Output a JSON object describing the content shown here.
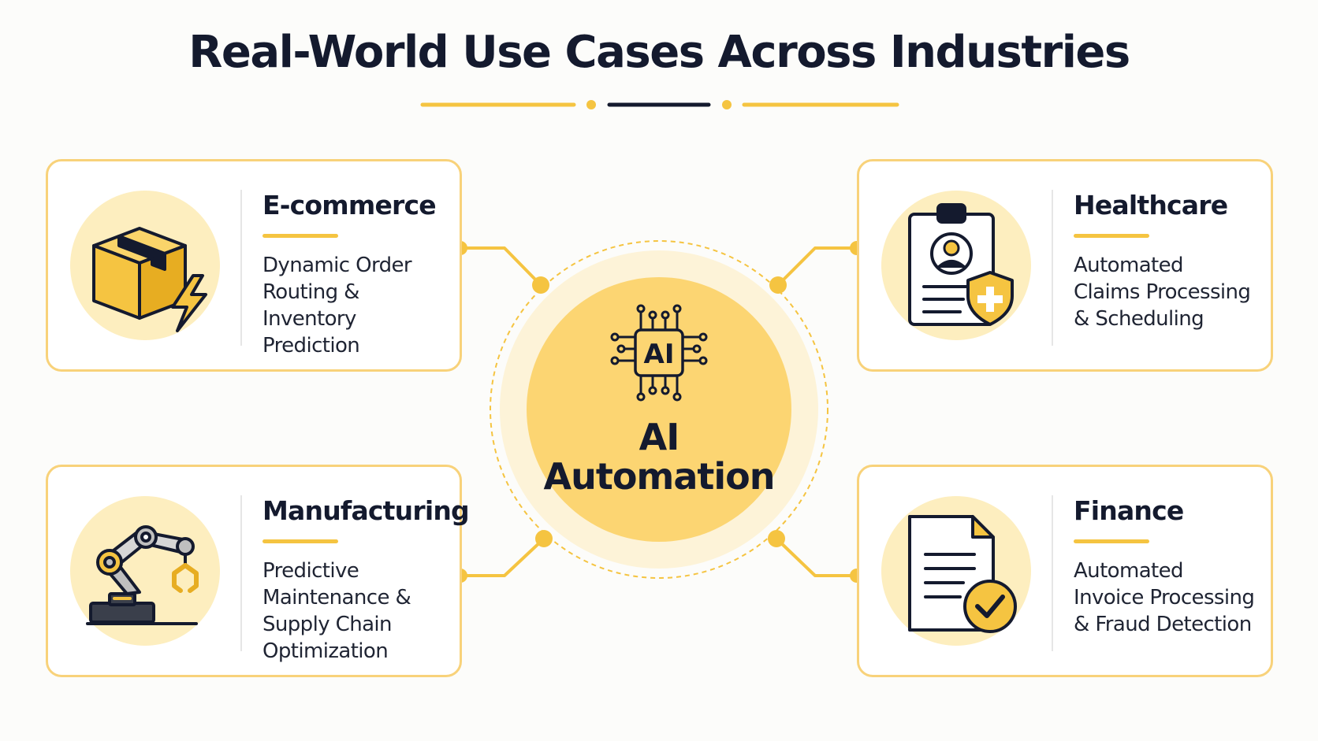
{
  "title": "Real-World Use Cases Across Industries",
  "center": {
    "chip_label": "AI",
    "label_line1": "AI",
    "label_line2": "Automation"
  },
  "cards": [
    {
      "id": "ecommerce",
      "title": "E-commerce",
      "description": "Dynamic Order Routing & Inventory Prediction",
      "icon": "package-lightning-icon"
    },
    {
      "id": "healthcare",
      "title": "Healthcare",
      "description": "Automated Claims Processing & Scheduling",
      "icon": "medical-clipboard-shield-icon"
    },
    {
      "id": "manufacturing",
      "title": "Manufacturing",
      "description": "Predictive Maintenance & Supply Chain Optimization",
      "icon": "robotic-arm-icon"
    },
    {
      "id": "finance",
      "title": "Finance",
      "description": "Automated Invoice Processing & Fraud Detection",
      "icon": "document-check-icon"
    }
  ],
  "colors": {
    "accent": "#f5c441",
    "accent_light": "#fdeebf",
    "border": "#f8d27a",
    "navy": "#141a2e"
  }
}
